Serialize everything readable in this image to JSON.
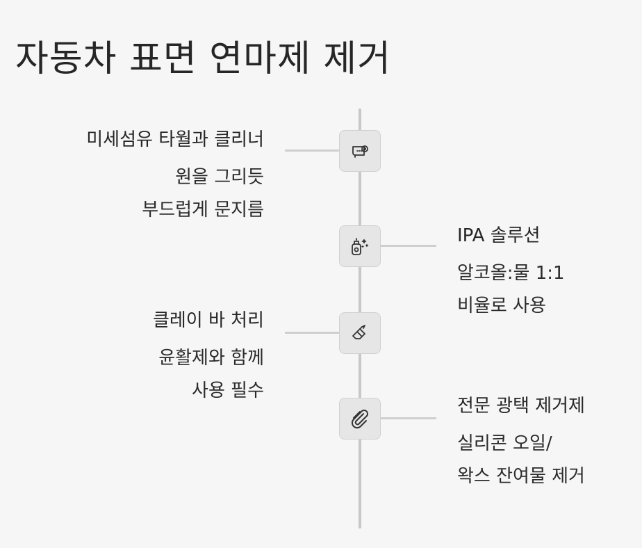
{
  "title": "자동차 표면 연마제 제거",
  "steps": [
    {
      "title": "미세섬유 타월과 클리너",
      "desc_lines": [
        "원을 그리듯",
        "부드럽게 문지름"
      ],
      "icon": "towel-roll-icon",
      "side": "left"
    },
    {
      "title": "IPA 솔루션",
      "desc_lines": [
        "알코올:물 1:1",
        "비율로 사용"
      ],
      "icon": "spray-bottle-icon",
      "side": "right"
    },
    {
      "title": "클레이 바 처리",
      "desc_lines": [
        "윤활제와 함께",
        "사용 필수"
      ],
      "icon": "clay-bar-icon",
      "side": "left"
    },
    {
      "title": "전문 광택 제거제",
      "desc_lines": [
        "실리콘 오일/",
        "왁스 잔여물 제거"
      ],
      "icon": "paperclip-icon",
      "side": "right"
    }
  ],
  "colors": {
    "background": "#f6f6f6",
    "line": "#c8c8c8",
    "node": "#e6e6e6",
    "text": "#262626"
  }
}
